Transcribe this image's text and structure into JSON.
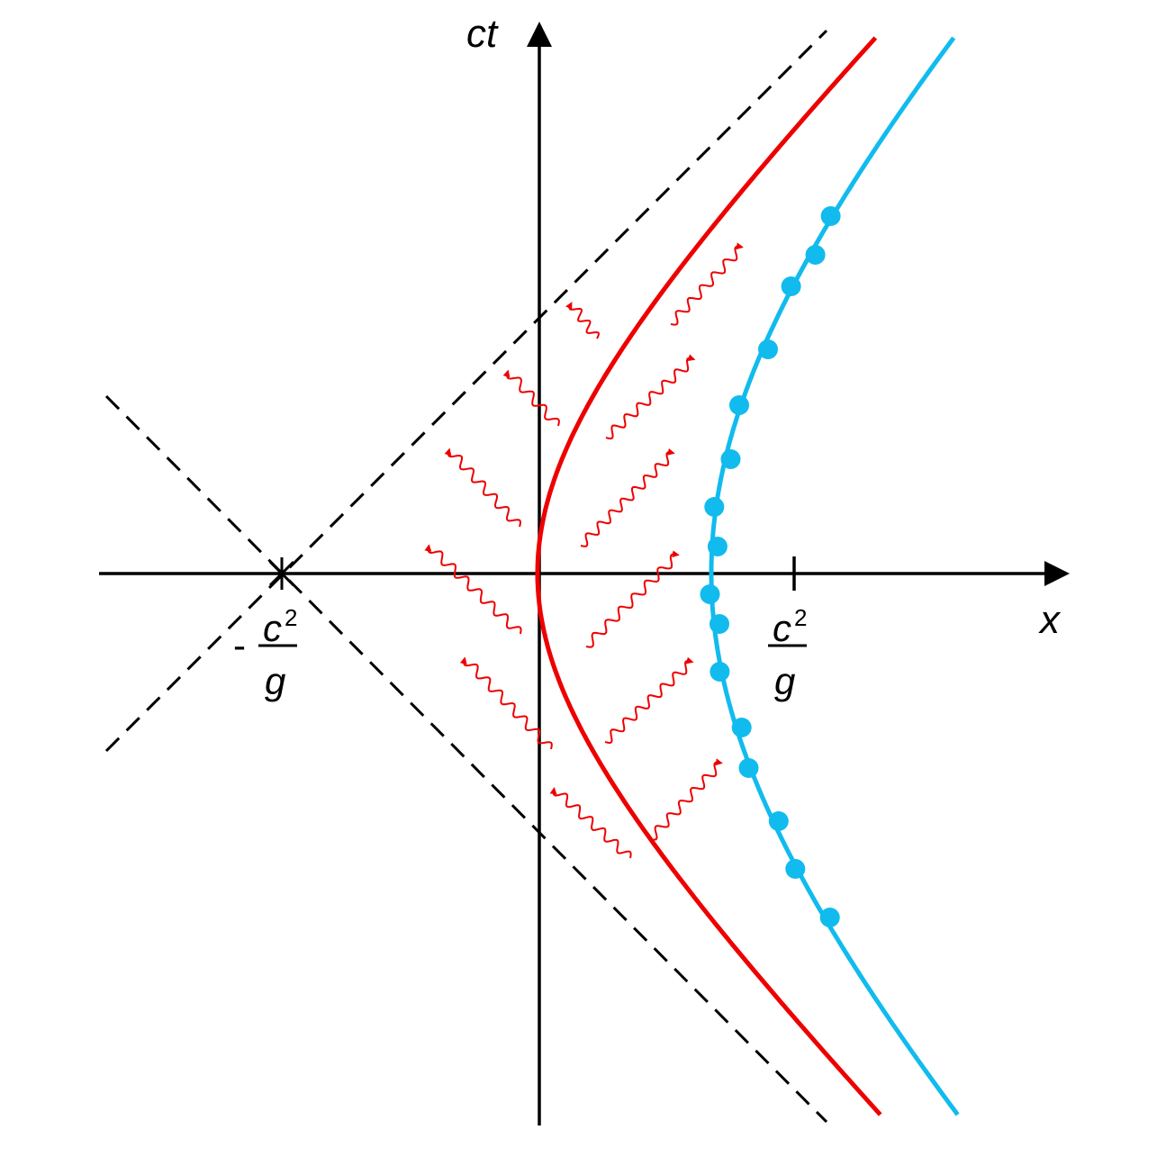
{
  "axes": {
    "x_label": "x",
    "y_label": "ct"
  },
  "ticks": {
    "positive": {
      "numerator": "c",
      "power": "2",
      "denominator": "g"
    },
    "negative": {
      "sign": "-",
      "numerator": "c",
      "power": "2",
      "denominator": "g"
    }
  },
  "colors": {
    "axis": "#000000",
    "asymptote": "#000000",
    "hyperbola_inner": "#ee0000",
    "hyperbola_outer": "#11bbee",
    "photon": "#ee0000"
  },
  "icons": {
    "photons": "wavy-arrow",
    "particles": "filled-circle",
    "origin_point": "asterisk"
  }
}
